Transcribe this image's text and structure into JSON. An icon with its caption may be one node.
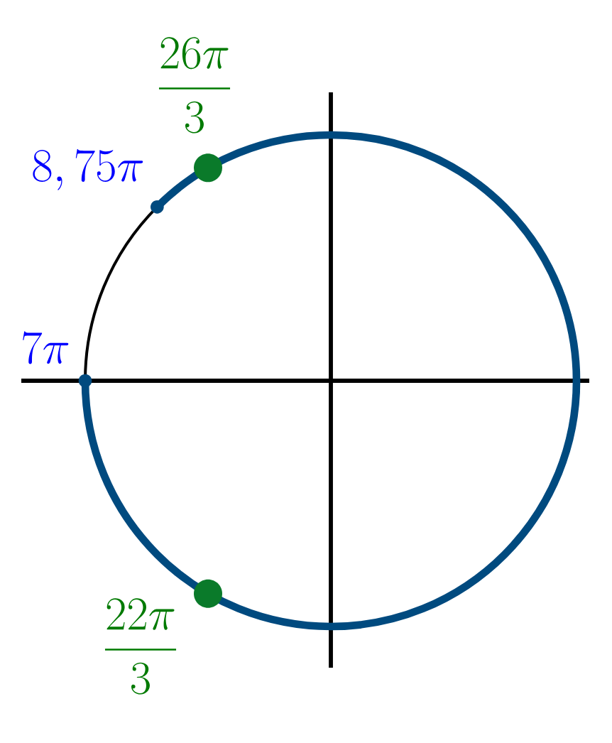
{
  "diagram": {
    "nodes": [
      {
        "text": [],
        "shape": "circle",
        "beside": [
          "\\frac{26\\pi}{3}"
        ]
      },
      {
        "text": [],
        "shape": "circle",
        "beside": [
          "8,75\\pi"
        ]
      },
      {
        "text": [],
        "shape": "circle",
        "beside": [
          "7\\pi"
        ]
      },
      {
        "text": [],
        "shape": "circle",
        "beside": [
          "\\frac{22\\pi}{3}"
        ]
      }
    ]
  }
}
